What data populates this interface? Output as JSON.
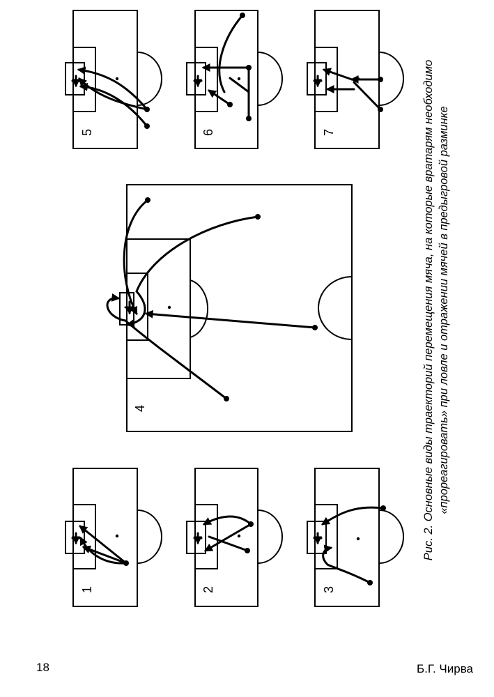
{
  "caption": {
    "line1": "Рис. 2. Основные виды траекторий перемещения мяча, на которые вратарям необходимо",
    "line2": "«прореагировать» при ловле и отражении мячей в предыгровой разминке"
  },
  "panels": [
    {
      "number": "1"
    },
    {
      "number": "2"
    },
    {
      "number": "3"
    },
    {
      "number": "4"
    },
    {
      "number": "5"
    },
    {
      "number": "6"
    },
    {
      "number": "7"
    }
  ],
  "footer": {
    "page_number": "18",
    "author": "Б.Г. Чирва"
  }
}
